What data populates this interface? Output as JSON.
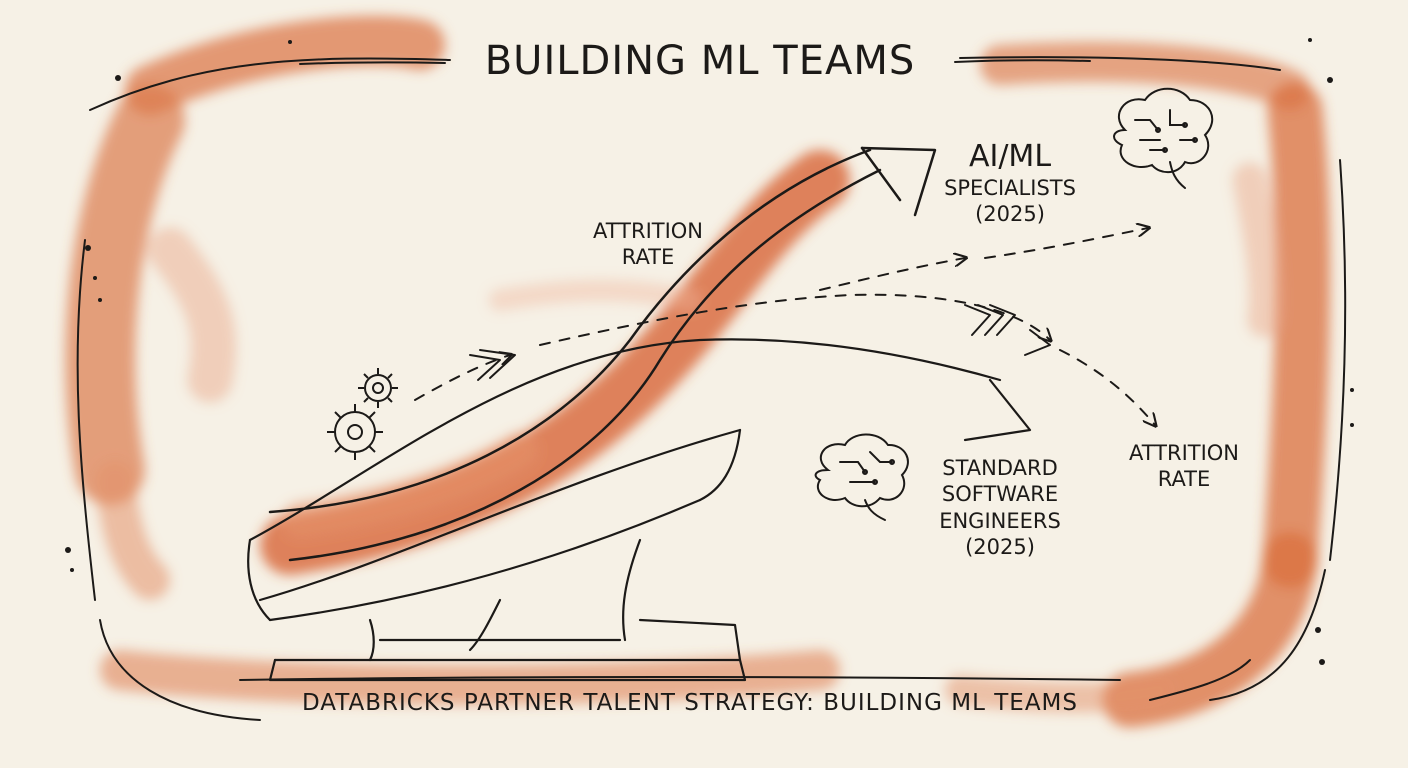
{
  "title": "BUILDING ML TEAMS",
  "footer": "DATABRICKS PARTNER TALENT STRATEGY: BUILDING ML TEAMS",
  "labels": {
    "aiml_title": "AI/ML",
    "aiml_line1": "SPECIALISTS",
    "aiml_line2": "(2025)",
    "attrition_left_line1": "ATTRITION",
    "attrition_left_line2": "RATE",
    "attrition_right_line1": "ATTRITION",
    "attrition_right_line2": "RATE",
    "sse_line1": "STANDARD",
    "sse_line2": "SOFTWARE",
    "sse_line3": "ENGINEERS",
    "sse_line4": "(2025)"
  },
  "icons": [
    "gears-icon",
    "brain-icon",
    "circuit-brain-icon"
  ],
  "colors": {
    "background": "#f6f1e6",
    "ink": "#1c1a18",
    "watercolor": "#d9703f"
  }
}
